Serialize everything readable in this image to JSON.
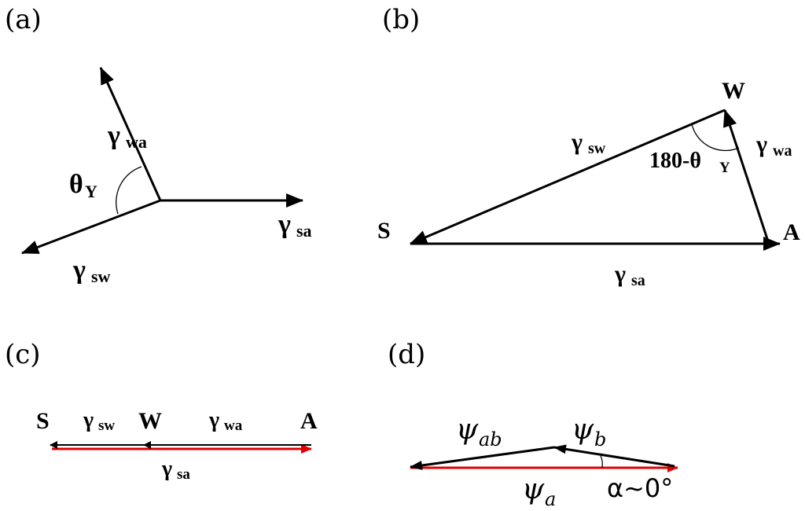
{
  "panels": {
    "a": {
      "label": "(a)",
      "gamma": "γ",
      "sub_wa": "wa",
      "sub_sa": "sa",
      "sub_sw": "sw",
      "theta": "θ",
      "theta_sub": "Y"
    },
    "b": {
      "label": "(b)",
      "vertex_w": "W",
      "vertex_s": "S",
      "vertex_a": "A",
      "gamma": "γ",
      "sub_sw": "sw",
      "sub_wa": "wa",
      "sub_sa": "sa",
      "angle_prefix": "180-θ",
      "angle_sub": "Y"
    },
    "c": {
      "label": "(c)",
      "vertex_s": "S",
      "vertex_w": "W",
      "vertex_a": "A",
      "gamma": "γ",
      "sub_sw": "sw",
      "sub_wa": "wa",
      "sub_sa": "sa"
    },
    "d": {
      "label": "(d)",
      "psi": "ψ",
      "sub_ab": "ab",
      "sub_b": "b",
      "sub_a": "a",
      "alpha": "α~0°"
    }
  },
  "colors": {
    "ink": "#000000",
    "accent": "#e00000"
  }
}
